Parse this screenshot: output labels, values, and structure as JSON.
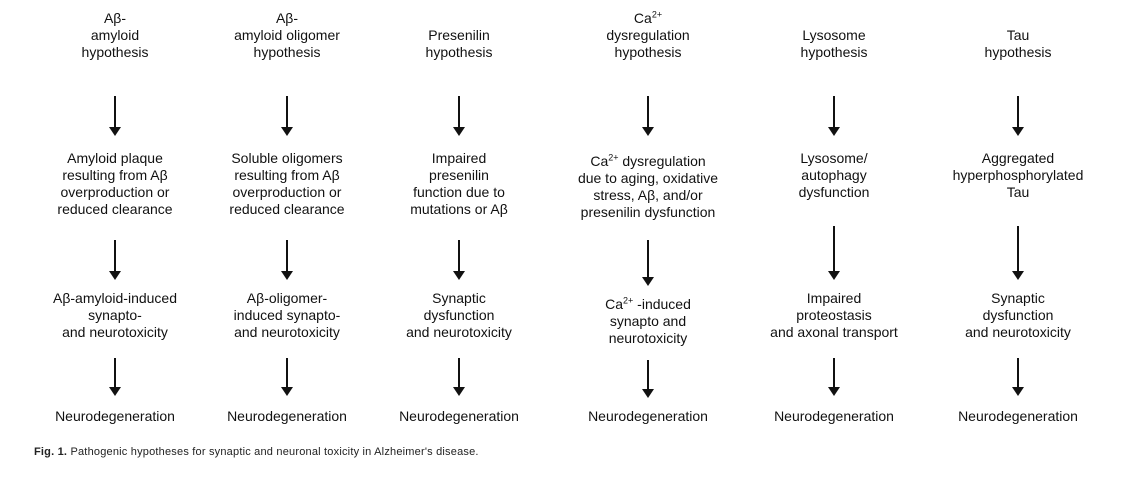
{
  "columns": [
    {
      "header": [
        "Aβ-",
        "amyloid",
        "hypothesis"
      ],
      "step1": [
        "Amyloid plaque",
        "resulting from Aβ",
        "overproduction or",
        "reduced clearance"
      ],
      "step2": [
        "Aβ-amyloid-induced",
        "synapto-",
        "and neurotoxicity"
      ],
      "outcome": [
        "Neurodegeneration"
      ]
    },
    {
      "header": [
        "Aβ-",
        "amyloid oligomer",
        "hypothesis"
      ],
      "step1": [
        "Soluble oligomers",
        "resulting from Aβ",
        "overproduction or",
        "reduced clearance"
      ],
      "step2": [
        "Aβ-oligomer-",
        "induced synapto-",
        "and neurotoxicity"
      ],
      "outcome": [
        "Neurodegeneration"
      ]
    },
    {
      "header": [
        "Presenilin",
        "hypothesis"
      ],
      "step1": [
        "Impaired",
        "presenilin",
        "function due to",
        "mutations or Aβ"
      ],
      "step2": [
        "Synaptic",
        "dysfunction",
        "and neurotoxicity"
      ],
      "outcome": [
        "Neurodegeneration"
      ]
    },
    {
      "header": [
        "Ca2+",
        "dysregulation",
        "hypothesis"
      ],
      "step1": [
        "Ca2+ dysregulation",
        "due to aging, oxidative",
        "stress,  Aβ, and/or",
        "presenilin dysfunction"
      ],
      "step2": [
        "Ca2+ -induced",
        "synapto and",
        "neurotoxicity"
      ],
      "outcome": [
        "Neurodegeneration"
      ]
    },
    {
      "header": [
        "Lysosome",
        "hypothesis"
      ],
      "step1": [
        "Lysosome/",
        "autophagy",
        "dysfunction"
      ],
      "step2": [
        "Impaired",
        "proteostasis",
        "and axonal transport"
      ],
      "outcome": [
        "Neurodegeneration"
      ]
    },
    {
      "header": [
        "Tau",
        "hypothesis"
      ],
      "step1": [
        "Aggregated",
        "hyperphosphorylated",
        "Tau"
      ],
      "step2": [
        "Synaptic",
        "dysfunction",
        "and neurotoxicity"
      ],
      "outcome": [
        "Neurodegeneration"
      ]
    }
  ],
  "caption": {
    "label": "Fig. 1.",
    "text": "Pathogenic hypotheses for synaptic and neuronal toxicity in Alzheimer's disease."
  }
}
